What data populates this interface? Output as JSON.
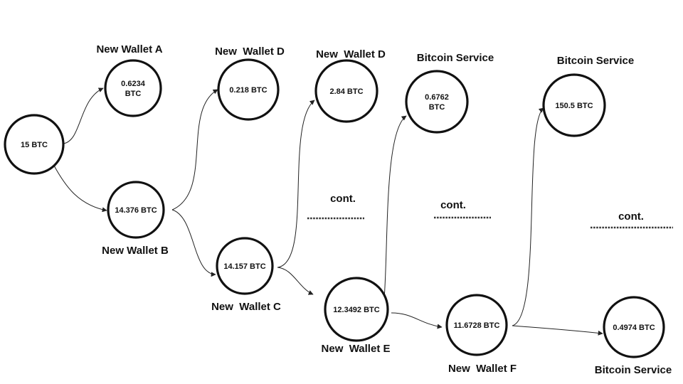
{
  "nodes": [
    {
      "id": "n0",
      "value_lines": [
        "15 BTC"
      ],
      "label": ""
    },
    {
      "id": "wallet-a",
      "value_lines": [
        "0.6234",
        "BTC"
      ],
      "label": "New Wallet A"
    },
    {
      "id": "wallet-b",
      "value_lines": [
        "14.376 BTC"
      ],
      "label": "New Wallet B"
    },
    {
      "id": "wallet-d1",
      "value_lines": [
        "0.218 BTC"
      ],
      "label": "New  Wallet D"
    },
    {
      "id": "wallet-c",
      "value_lines": [
        "14.157 BTC"
      ],
      "label": "New  Wallet C"
    },
    {
      "id": "wallet-d2",
      "value_lines": [
        "2.84 BTC"
      ],
      "label": "New  Wallet D"
    },
    {
      "id": "wallet-e",
      "value_lines": [
        "12.3492 BTC"
      ],
      "label": "New  Wallet E"
    },
    {
      "id": "service-1",
      "value_lines": [
        "0.6762",
        "BTC"
      ],
      "label": "Bitcoin Service"
    },
    {
      "id": "wallet-f",
      "value_lines": [
        "11.6728 BTC"
      ],
      "label": "New  Wallet F"
    },
    {
      "id": "service-2",
      "value_lines": [
        "150.5 BTC"
      ],
      "label": "Bitcoin Service"
    },
    {
      "id": "service-3",
      "value_lines": [
        "0.4974 BTC"
      ],
      "label": "Bitcoin Service"
    }
  ],
  "edges": [
    {
      "from": "n0",
      "to": "wallet-a"
    },
    {
      "from": "n0",
      "to": "wallet-b"
    },
    {
      "from": "wallet-b",
      "to": "wallet-d1"
    },
    {
      "from": "wallet-b",
      "to": "wallet-c"
    },
    {
      "from": "wallet-c",
      "to": "wallet-d2"
    },
    {
      "from": "wallet-c",
      "to": "wallet-e"
    },
    {
      "from": "wallet-e",
      "to": "service-1"
    },
    {
      "from": "wallet-e",
      "to": "wallet-f"
    },
    {
      "from": "wallet-f",
      "to": "service-2"
    },
    {
      "from": "wallet-f",
      "to": "service-3"
    }
  ],
  "continuations": [
    {
      "label": "cont."
    },
    {
      "label": "cont."
    },
    {
      "label": "cont."
    }
  ]
}
